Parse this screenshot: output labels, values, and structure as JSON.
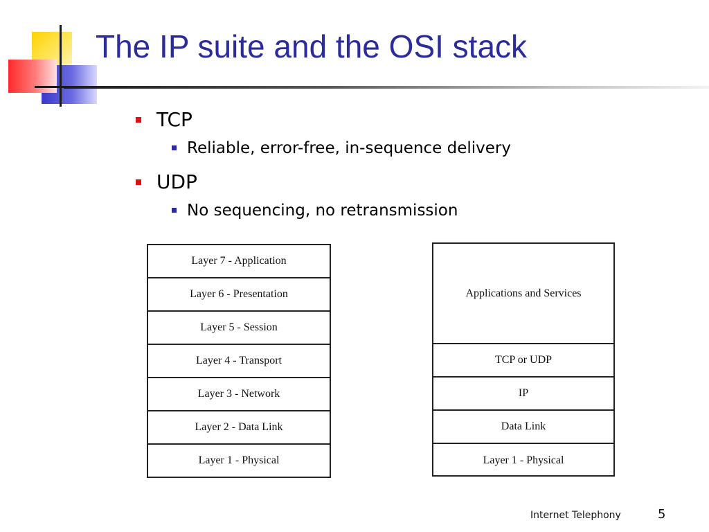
{
  "slide": {
    "title": "The IP suite and the OSI stack",
    "bullets": [
      {
        "text": "TCP",
        "sub": [
          "Reliable, error-free, in-sequence delivery"
        ]
      },
      {
        "text": "UDP",
        "sub": [
          "No sequencing, no retransmission"
        ]
      }
    ],
    "osi_stack": [
      "Layer 7 - Application",
      "Layer 6 - Presentation",
      "Layer 5 - Session",
      "Layer 4 - Transport",
      "Layer 3 - Network",
      "Layer 2 - Data Link",
      "Layer 1 - Physical"
    ],
    "ip_stack": [
      "Applications and Services",
      "TCP or UDP",
      "IP",
      "Data Link",
      "Layer 1 - Physical"
    ],
    "footer": "Internet Telephony",
    "page_number": "5"
  },
  "colors": {
    "title": "#2b2b9c",
    "bullet_level1": "#e01010",
    "bullet_level2": "#2b2b9c"
  },
  "icons": {
    "logo": "overlapping-squares-crosshair-logo"
  }
}
